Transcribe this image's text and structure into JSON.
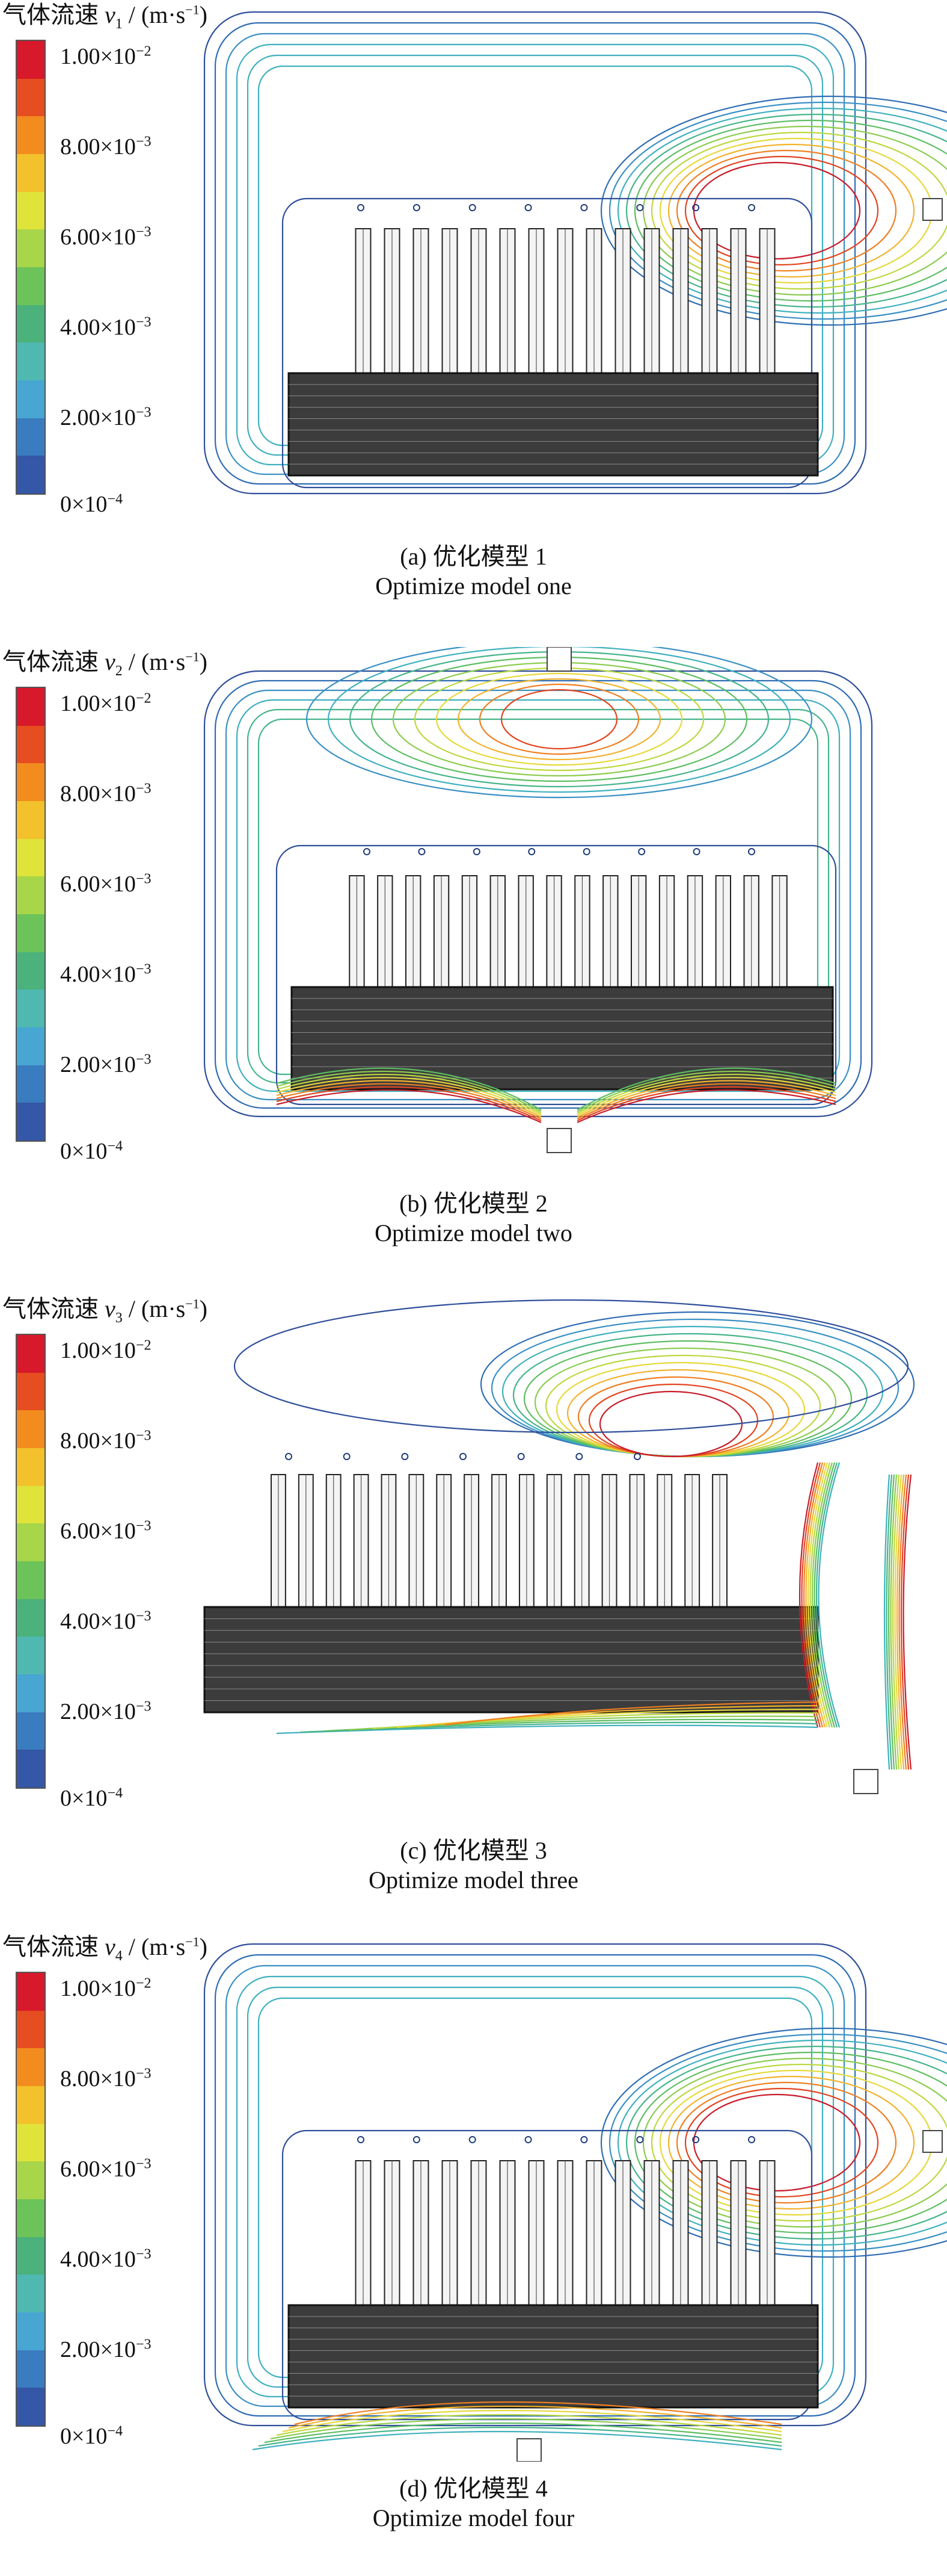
{
  "colorbar": {
    "colors": [
      "#d7192b",
      "#e64d20",
      "#f28c1e",
      "#f2c12c",
      "#dfe33a",
      "#a8d64a",
      "#6cc35a",
      "#4ab27a",
      "#4fb8b0",
      "#48a6d2",
      "#3a7cc0",
      "#3457a7"
    ],
    "ticks": [
      {
        "mant": "1.00×10",
        "exp": "−2"
      },
      {
        "mant": "8.00×10",
        "exp": "−3"
      },
      {
        "mant": "6.00×10",
        "exp": "−3"
      },
      {
        "mant": "4.00×10",
        "exp": "−3"
      },
      {
        "mant": "2.00×10",
        "exp": "−3"
      },
      {
        "mant": "0×10",
        "exp": "−4"
      }
    ]
  },
  "panels": [
    {
      "title_prefix": "气体流速 ",
      "var": "v",
      "sub": "1",
      "units_open": " / (m·s",
      "units_exp": "−1",
      "units_close": ")",
      "caption_cn": "(a) 优化模型 1",
      "caption_en": "Optimize model one",
      "variant": "a"
    },
    {
      "title_prefix": "气体流速 ",
      "var": "v",
      "sub": "2",
      "units_open": " / (m·s",
      "units_exp": "−1",
      "units_close": ")",
      "caption_cn": "(b) 优化模型 2",
      "caption_en": "Optimize model two",
      "variant": "b"
    },
    {
      "title_prefix": "气体流速 ",
      "var": "v",
      "sub": "3",
      "units_open": " / (m·s",
      "units_exp": "−1",
      "units_close": ")",
      "caption_cn": "(c) 优化模型 3",
      "caption_en": "Optimize model three",
      "variant": "c"
    },
    {
      "title_prefix": "气体流速 ",
      "var": "v",
      "sub": "4",
      "units_open": " / (m·s",
      "units_exp": "−1",
      "units_close": ")",
      "caption_cn": "(d) 优化模型 4",
      "caption_en": "Optimize model four",
      "variant": "d"
    }
  ]
}
